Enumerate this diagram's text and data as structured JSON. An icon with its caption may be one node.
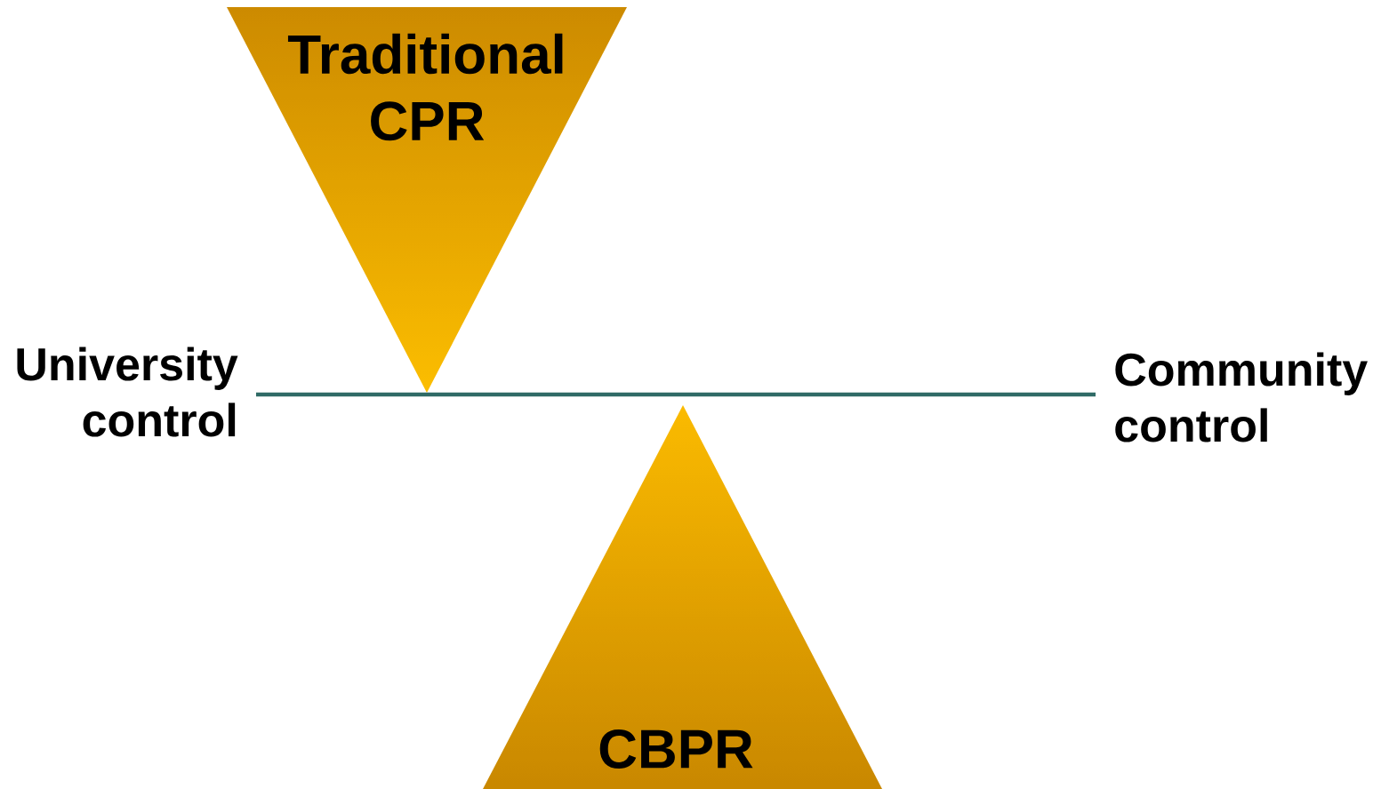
{
  "diagram": {
    "nodes": [
      {
        "text": [
          "Traditional CPR"
        ]
      },
      {
        "text": [
          "CBPR"
        ]
      },
      {
        "text": [
          "University control"
        ]
      },
      {
        "text": [
          "Community control"
        ]
      }
    ],
    "edges": [
      {
        "from": 2,
        "to": 3,
        "arrow": "none",
        "color": "#2f6b66"
      }
    ]
  }
}
